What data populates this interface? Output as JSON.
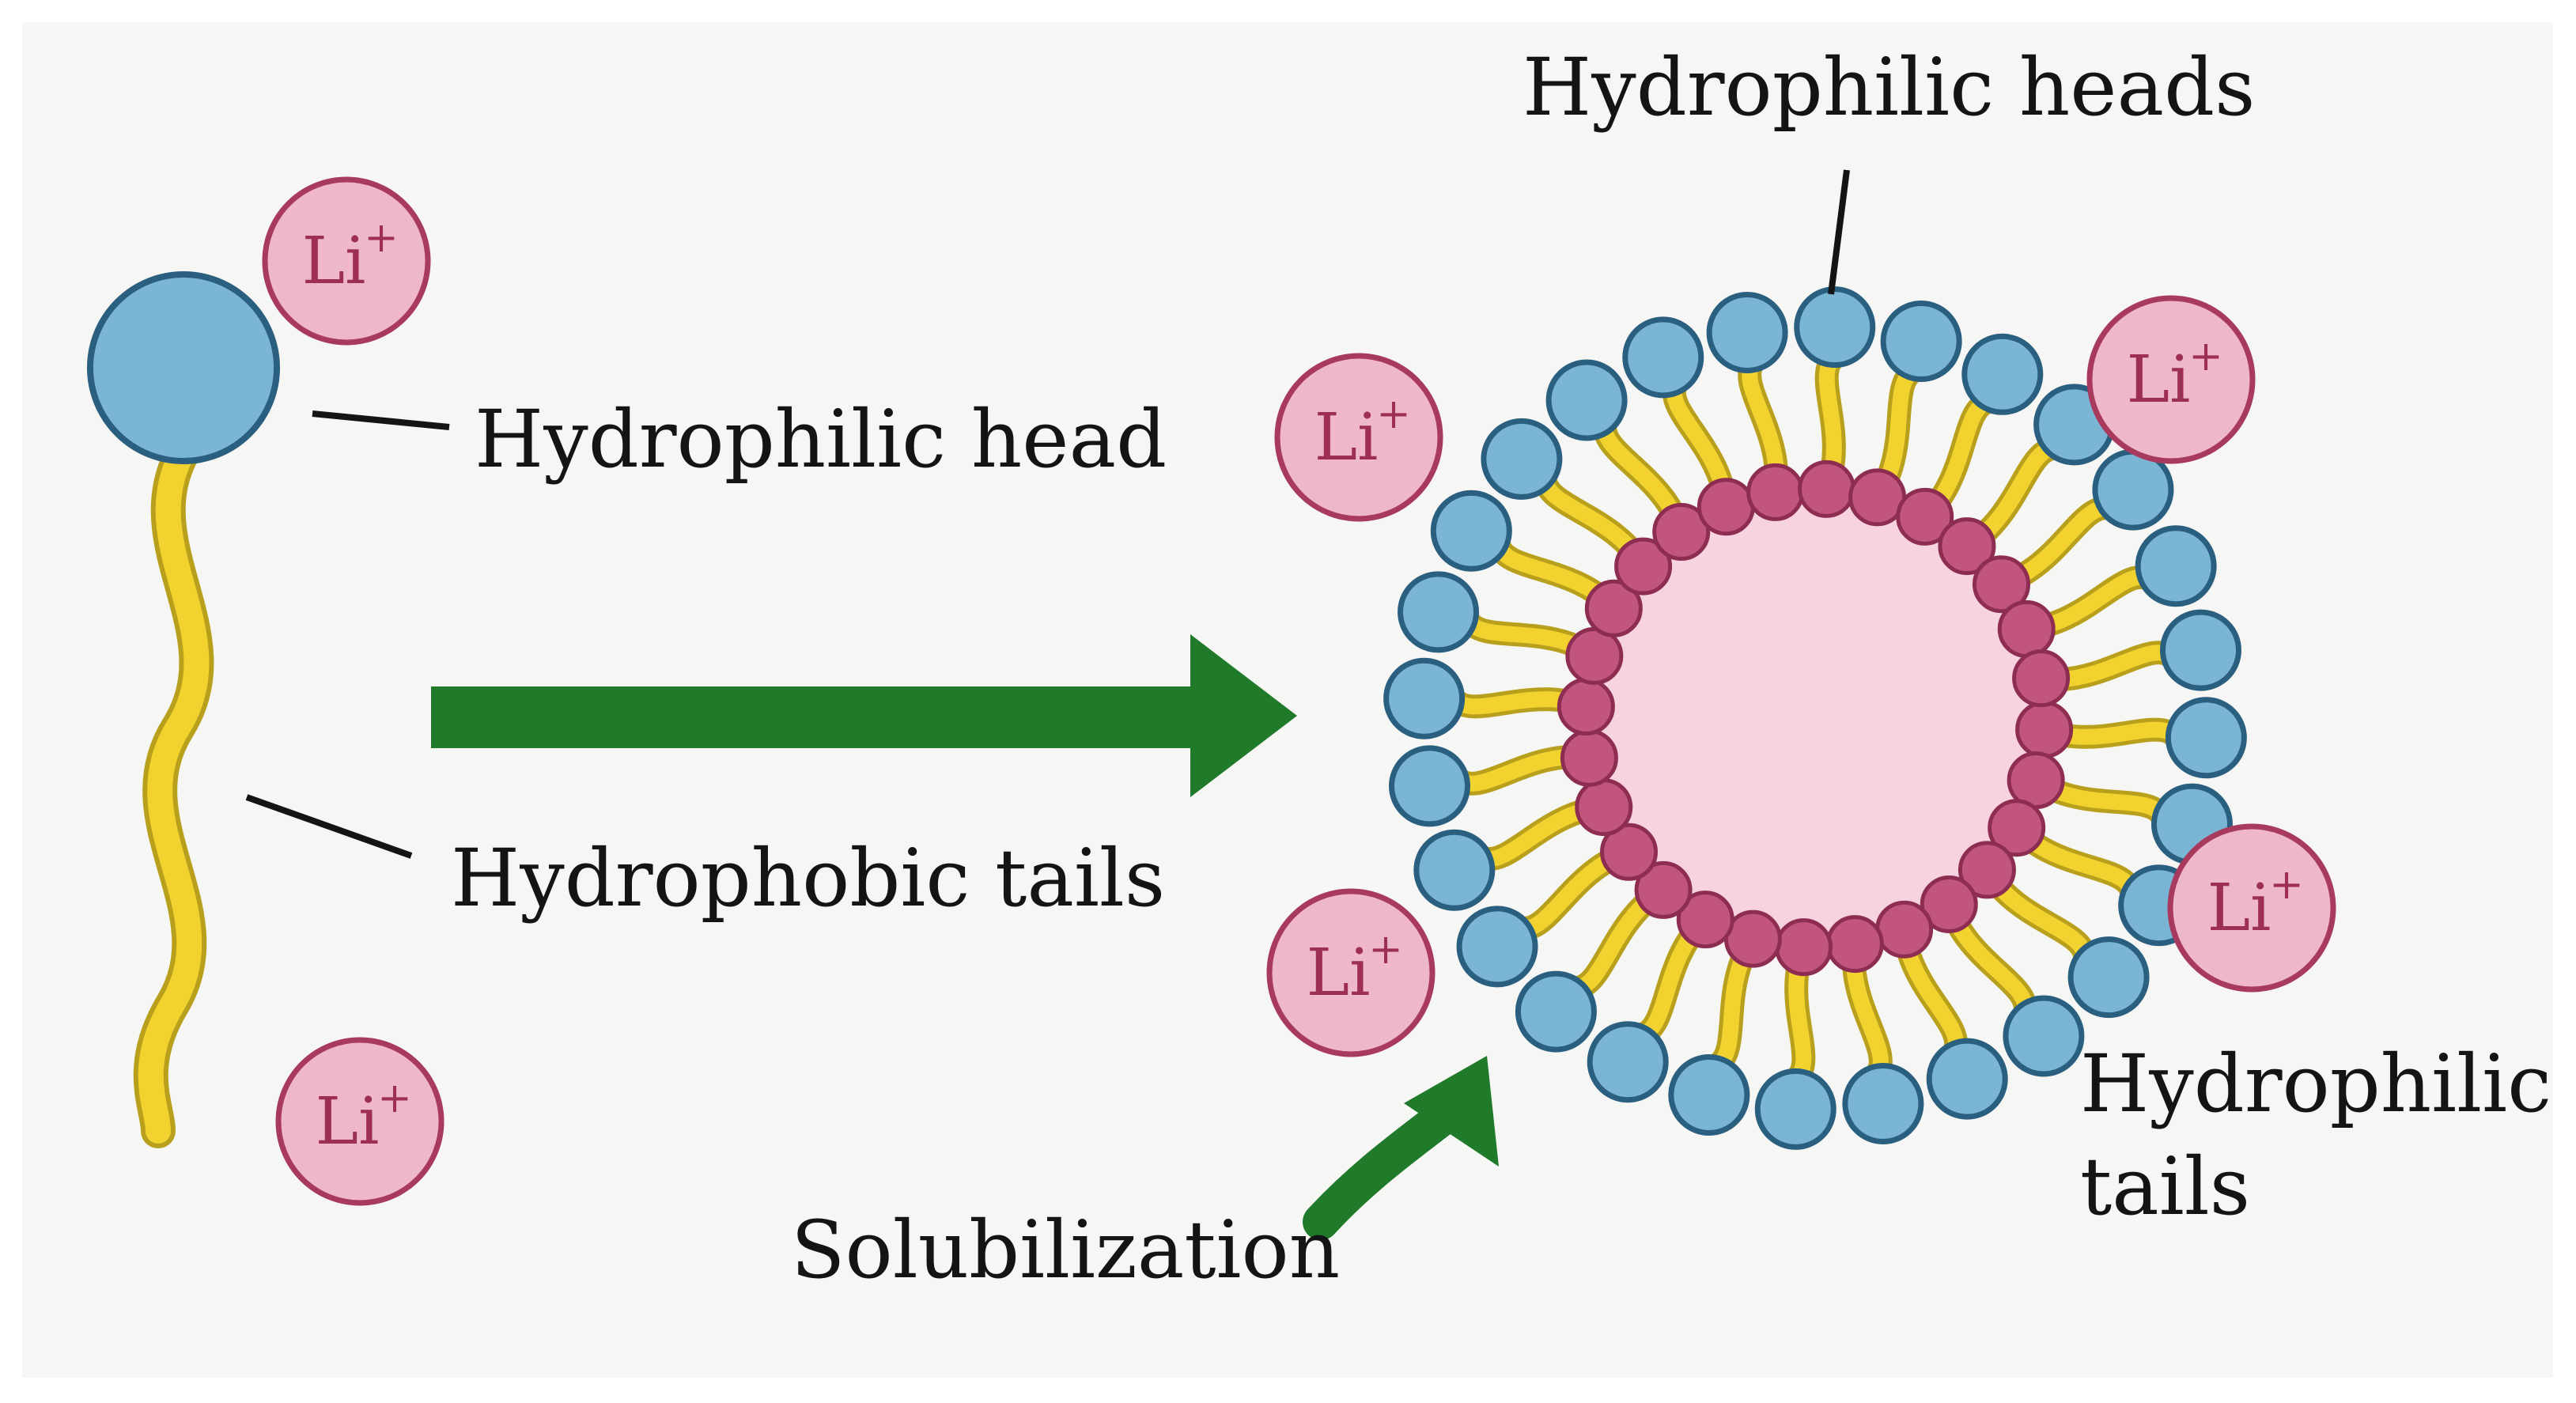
{
  "labels": {
    "hydrophilic_head": "Hydrophilic head",
    "hydrophobic_tails": "Hydrophobic tails",
    "hydrophilic_heads": "Hydrophilic heads",
    "hydrophilic_tails_line1": "Hydrophilic",
    "hydrophilic_tails_line2": "tails",
    "solubilization": "Solubilization"
  },
  "ion": {
    "symbol": "Li",
    "charge": "+"
  },
  "colors": {
    "background": "#f6f6f4",
    "head_fill": "#7ab6d4",
    "head_stroke": "#2a5f80",
    "tail_fill": "#f2d22e",
    "tail_stroke": "#b8a01d",
    "core_fill": "#f6d3de",
    "ion_fill": "#efb8c9",
    "ion_stroke": "#a83a5e",
    "joint_fill": "#c25580",
    "arrow_green": "#1f7a2a",
    "text": "#141414"
  },
  "micelle": {
    "surfactant_count": 28
  }
}
